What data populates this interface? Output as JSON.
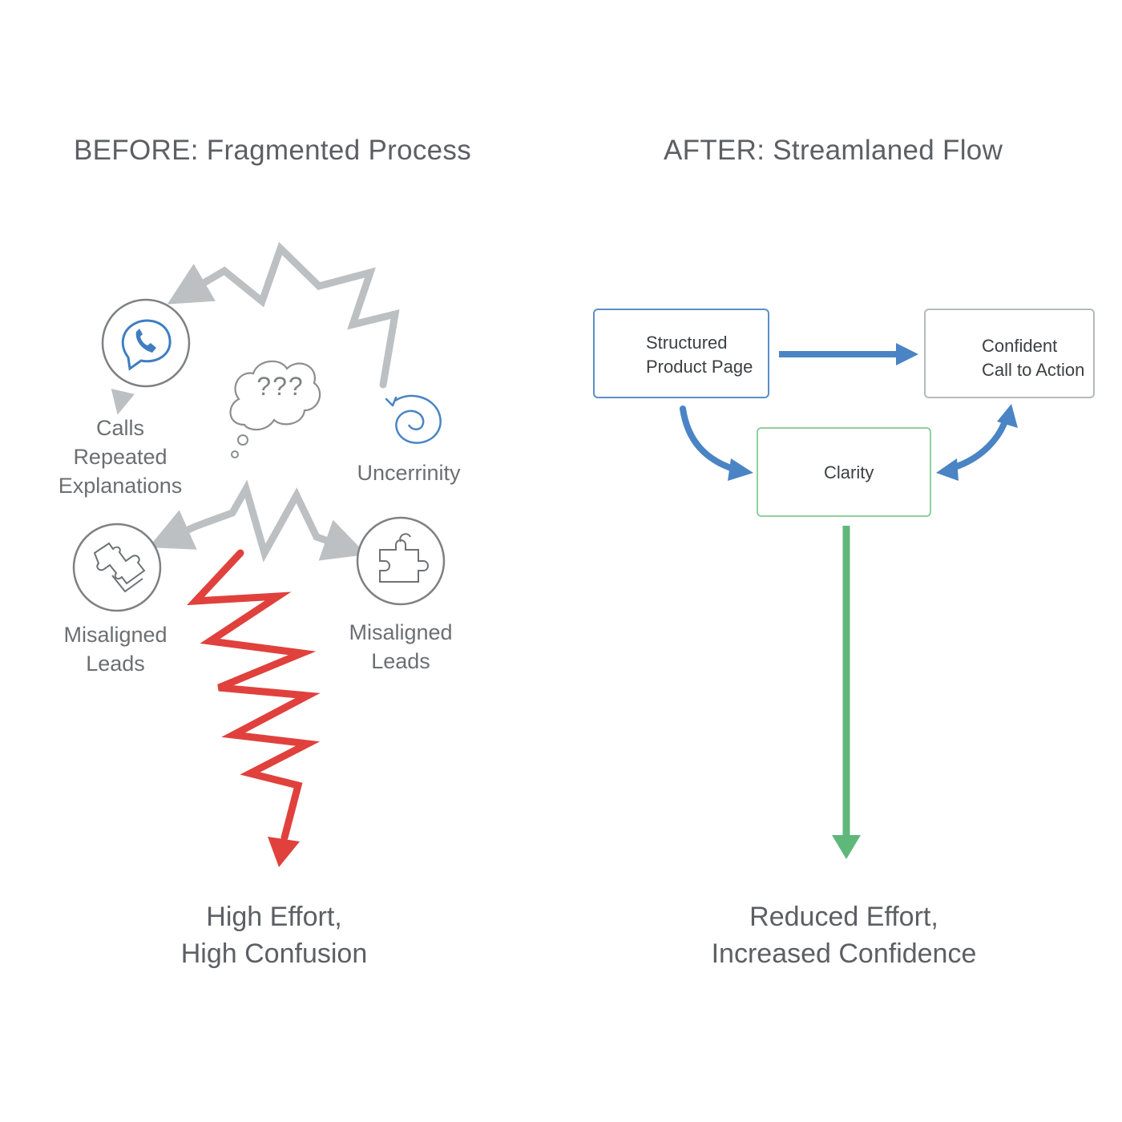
{
  "before": {
    "title": "BEFORE: Fragmented Process",
    "calls_label": [
      "Calls",
      "Repeated",
      "Explanations"
    ],
    "confusion_mark": "???",
    "uncertainty_label": "Uncerrinity",
    "misaligned_left": [
      "Misaligned",
      "Leads"
    ],
    "misaligned_right": [
      "Misaligned",
      "Leads"
    ],
    "outcome": [
      "High Effort,",
      "High Confusion"
    ]
  },
  "after": {
    "title": "AFTER: Streamlaned Flow",
    "product_page": [
      "Structured",
      "Product Page"
    ],
    "cta": [
      "Confident",
      "Call to Action"
    ],
    "clarity": "Clarity",
    "outcome": [
      "Reduced Effort,",
      "Increased Confidence"
    ]
  },
  "icons": {
    "calls": "phone-bubble-icon",
    "confusion": "thought-bubble-icon",
    "uncertainty": "spiral-icon",
    "misaligned_left": "puzzle-pieces-icon",
    "misaligned_right": "puzzle-piece-icon",
    "product_page": "monitor-icon",
    "cta": "check-circle-icon",
    "clarity": "lightbulb-icon"
  },
  "colors": {
    "gray_arrow": "#bcc0c3",
    "red_arrow": "#e0413d",
    "blue": "#4a84c4",
    "green": "#5fb87a",
    "box_border_blue": "#5b8fc9",
    "box_border_gray": "#b6b9bc",
    "box_border_green": "#8fd0a0"
  }
}
